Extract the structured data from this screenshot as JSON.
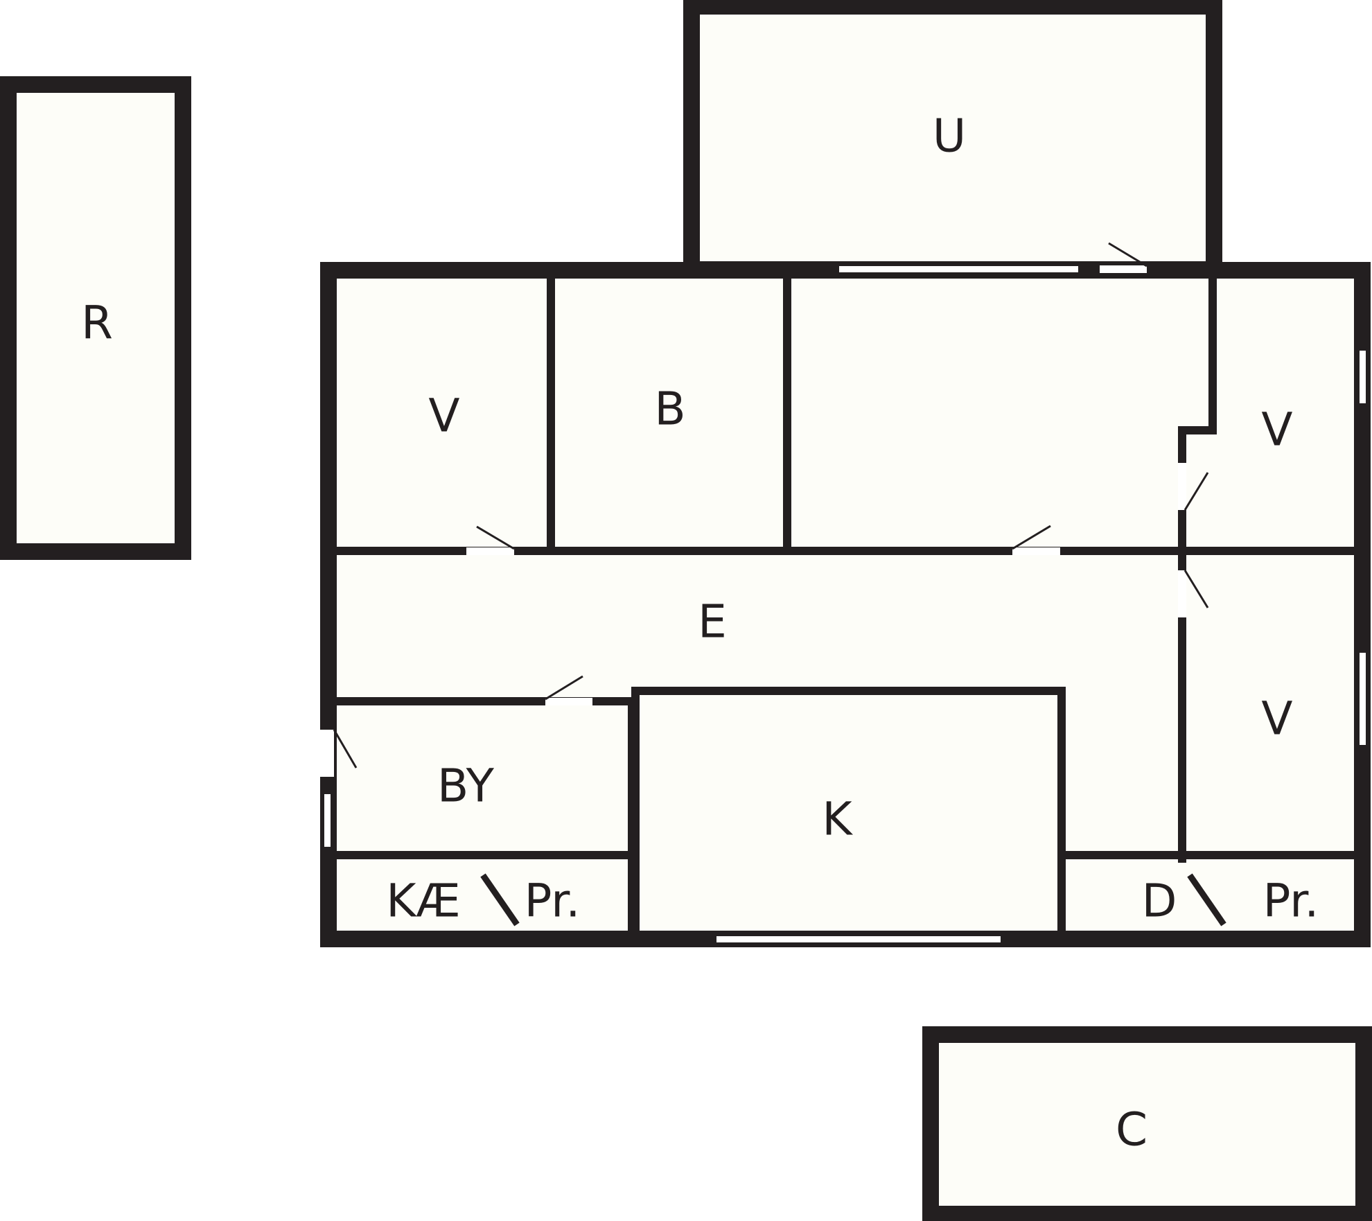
{
  "colors": {
    "wall": "#231f20",
    "floor": "#fdfdf8",
    "background": "#ffffff"
  },
  "labels": {
    "r": "R",
    "u": "U",
    "v_top_left": "V",
    "b": "B",
    "v_top_right": "V",
    "e": "E",
    "v_bottom_right": "V",
    "by": "BY",
    "k": "K",
    "kae": "KÆ",
    "pr_left": "Pr.",
    "d": "D",
    "pr_right": "Pr.",
    "c": "C"
  }
}
